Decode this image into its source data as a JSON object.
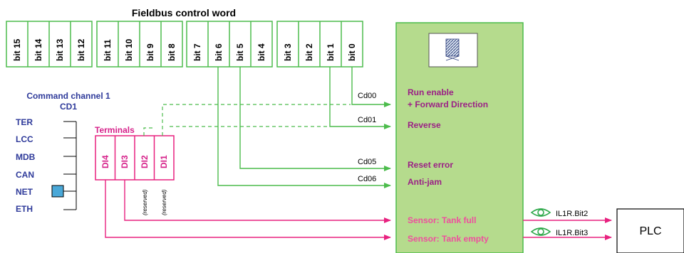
{
  "title": "Fieldbus control word",
  "bits": [
    "bit 15",
    "bit 14",
    "bit 13",
    "bit 12",
    "bit 11",
    "bit 10",
    "bit 9",
    "bit 8",
    "bit 7",
    "bit 6",
    "bit 5",
    "bit 4",
    "bit 3",
    "bit 2",
    "bit 1",
    "bit 0"
  ],
  "command_channel": {
    "title": "Command channel 1",
    "subtitle": "CD1"
  },
  "channels": [
    "TER",
    "LCC",
    "MDB",
    "CAN",
    "NET",
    "ETH"
  ],
  "terminals": {
    "label": "Terminals",
    "inputs": [
      "DI4",
      "DI3",
      "DI2",
      "DI1"
    ],
    "reserved_note": "(reserved)"
  },
  "signals": {
    "cd00": "Cd00",
    "cd01": "Cd01",
    "cd05": "Cd05",
    "cd06": "Cd06"
  },
  "functions": {
    "run_enable_1": "Run enable",
    "run_enable_2": "+ Forward Direction",
    "reverse": "Reverse",
    "reset_error": "Reset error",
    "anti_jam": "Anti-jam",
    "sensor_full": "Sensor: Tank full",
    "sensor_empty": "Sensor: Tank empty"
  },
  "outputs": {
    "bit2": "IL1R.Bit2",
    "bit3": "IL1R.Bit3"
  },
  "plc": "PLC",
  "colors": {
    "green_line": "#4cbc4c",
    "green_fill": "#b5db8d",
    "magenta": "#e8217f",
    "blue_text": "#2e3a9a",
    "purple_text": "#9b1f86",
    "pink_text": "#ef4f9e",
    "selector": "#4aa8d8"
  }
}
